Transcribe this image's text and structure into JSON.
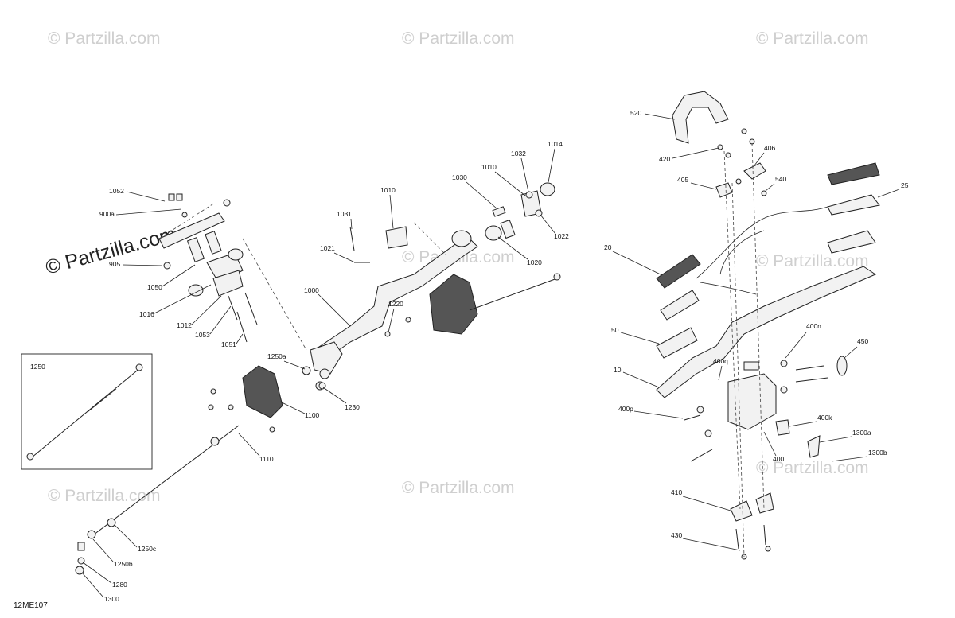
{
  "watermark_text": "© Partzilla.com",
  "diagram_code": "12ME107",
  "inset_label": "1250",
  "callouts": [
    "1052",
    "900a",
    "905",
    "1050",
    "1016",
    "1012",
    "1053",
    "1051",
    "1000",
    "1031",
    "1021",
    "1010",
    "1030",
    "1010",
    "1032",
    "1014",
    "1022",
    "1020",
    "1220",
    "1250a",
    "1230",
    "1100",
    "1110",
    "1250c",
    "1250b",
    "1280",
    "1300",
    "1250",
    "520",
    "420",
    "406",
    "405",
    "540",
    "25",
    "20",
    "50",
    "10",
    "400n",
    "450",
    "400q",
    "400p",
    "400k",
    "1300a",
    "400",
    "1300b",
    "410",
    "430"
  ]
}
